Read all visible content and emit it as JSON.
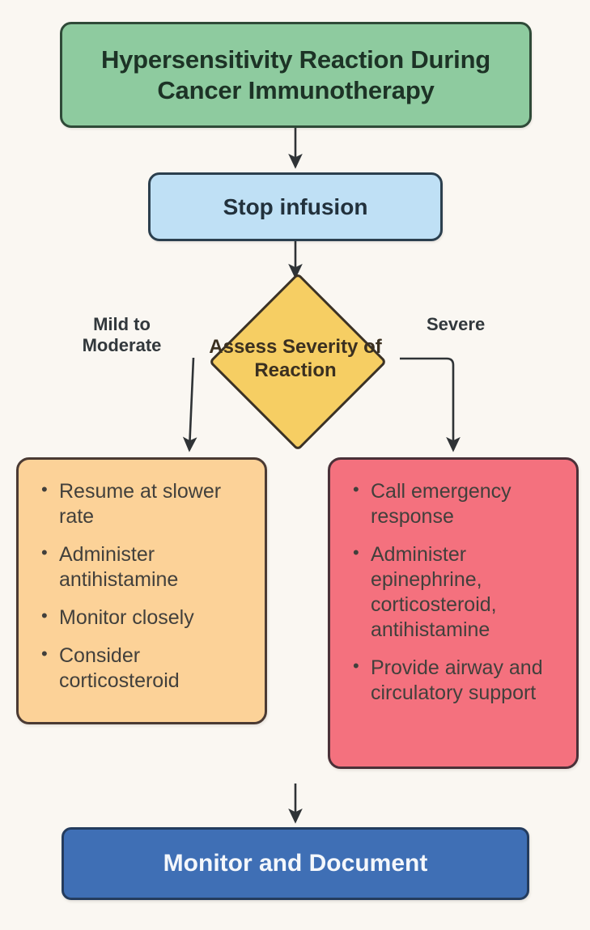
{
  "diagram": {
    "type": "flowchart",
    "background_color": "#faf7f2",
    "nodes": {
      "title": {
        "label": "Hypersensitivity Reaction During Cancer Immunotherapy",
        "shape": "rounded-rectangle",
        "fill": "#8ecb9f",
        "border": "#2f4a38",
        "text_color": "#1d3326"
      },
      "stop_infusion": {
        "label": "Stop infusion",
        "shape": "rounded-rectangle",
        "fill": "#bfe0f5",
        "border": "#2b3f4e",
        "text_color": "#22313c"
      },
      "assess": {
        "label": "Assess Severity of Reaction",
        "shape": "diamond",
        "fill": "#f6ce63",
        "border": "#3b3226",
        "text_color": "#3b3020"
      },
      "mild_moderate": {
        "shape": "rounded-rectangle",
        "fill": "#fcd298",
        "border": "#4a3a33",
        "text_color": "#42403c",
        "bullets": [
          "Resume at slower rate",
          "Administer antihistamine",
          "Monitor closely",
          "Consider corticosteroid"
        ]
      },
      "severe": {
        "shape": "rounded-rectangle",
        "fill": "#f4717e",
        "border": "#4a3038",
        "text_color": "#42403c",
        "bullets": [
          "Call emergency response",
          "Administer epinephrine, corticosteroid, antihistamine",
          "Provide airway and circulatory support"
        ]
      },
      "final": {
        "label": "Monitor and Document",
        "shape": "rounded-rectangle",
        "fill": "#3f6fb5",
        "border": "#243c5e",
        "text_color": "#f4f7fb"
      }
    },
    "edge_labels": {
      "left_branch": "Mild to Moderate",
      "right_branch": "Severe"
    },
    "edge_color": "#2f3336"
  }
}
